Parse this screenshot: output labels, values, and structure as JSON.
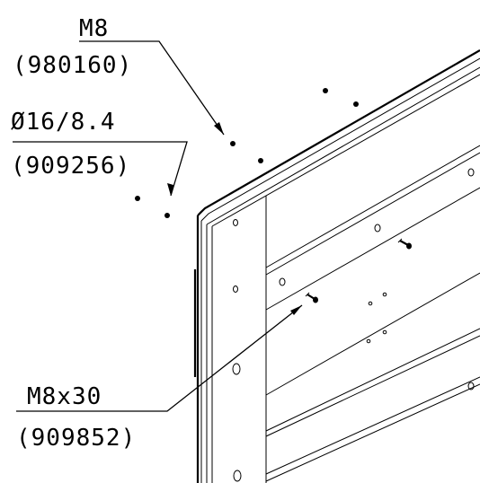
{
  "callouts": [
    {
      "name": "M8",
      "code": "(980160)"
    },
    {
      "name": "Ø16/8.4",
      "code": "(909256)"
    },
    {
      "name": "M8x30",
      "code": "(909852)"
    }
  ]
}
